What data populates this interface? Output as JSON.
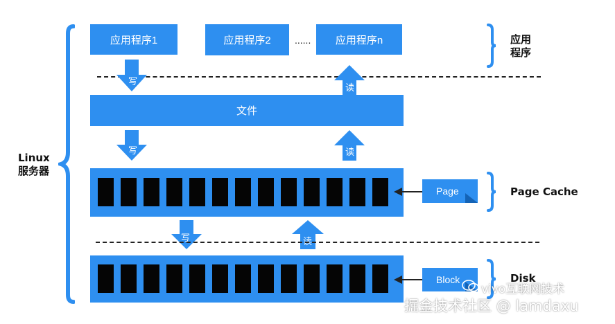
{
  "apps": {
    "app1": "应用程序1",
    "app2": "应用程序2",
    "ellipsis": "......",
    "appn": "应用程序n"
  },
  "file_label": "文件",
  "arrows": {
    "write": "写",
    "read": "读"
  },
  "side_labels": {
    "linux_line1": "Linux",
    "linux_line2": "服务器",
    "app_line1": "应用",
    "app_line2": "程序",
    "page_cache": "Page Cache",
    "disk": "Disk"
  },
  "tags": {
    "page": "Page",
    "block": "Block"
  },
  "watermark": {
    "vivo": "vivo互联网技术",
    "juejin": "掘金技术社区 @ lamdaxu"
  },
  "colors": {
    "accent": "#2e8ff0",
    "cell": "#050505"
  },
  "cache_cells": 13,
  "disk_cells": 13
}
